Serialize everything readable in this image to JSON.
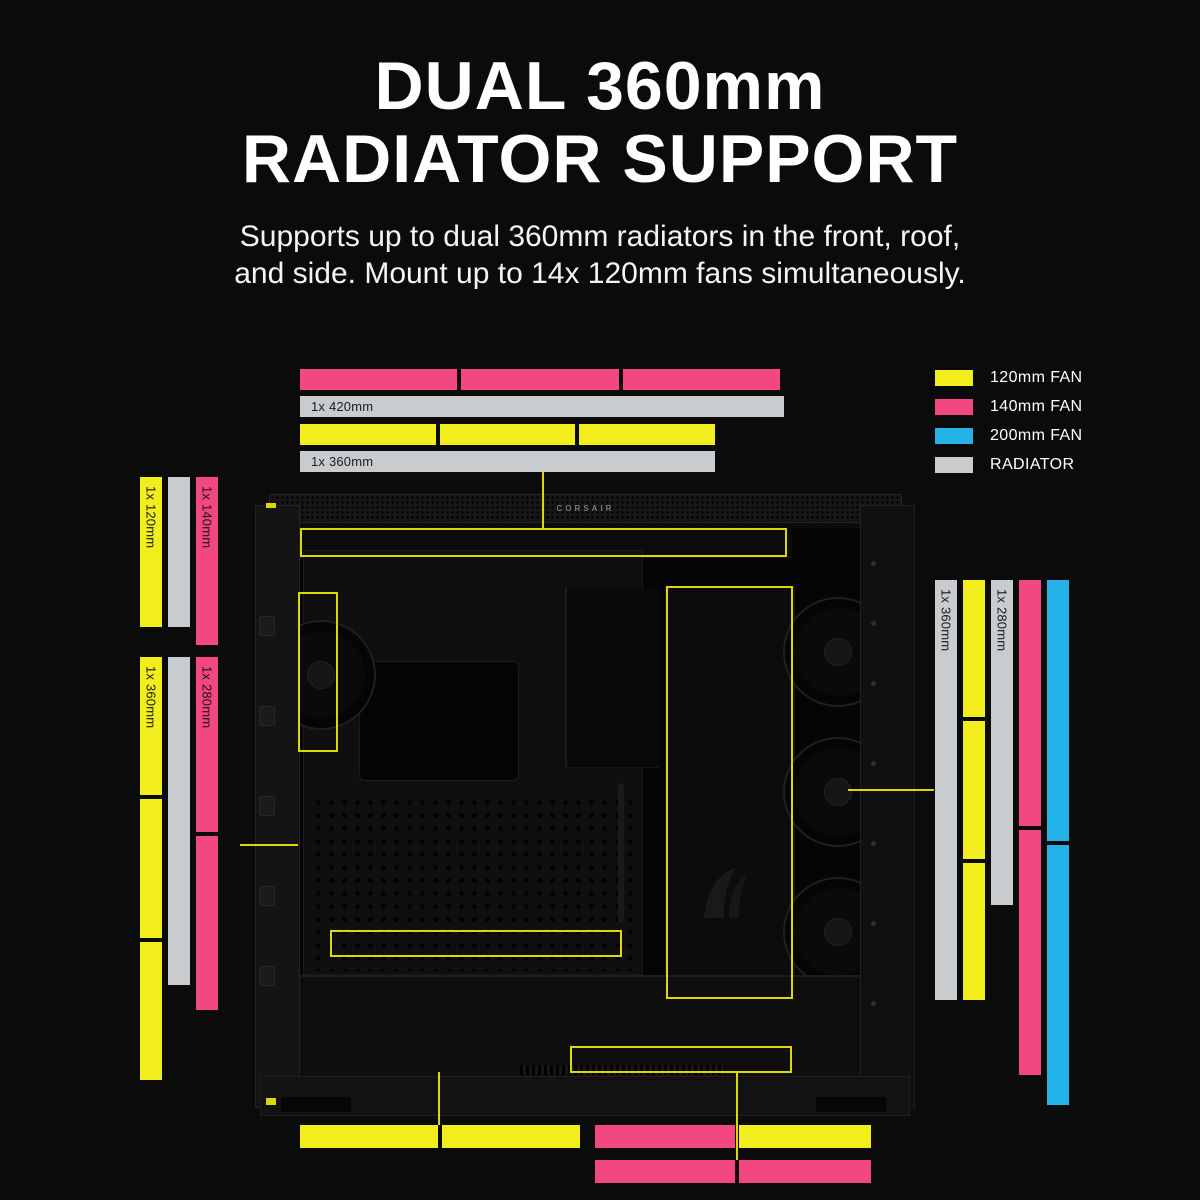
{
  "title": {
    "line1": "DUAL 360mm",
    "line2": "RADIATOR SUPPORT"
  },
  "subtitle": {
    "line1": "Supports up to dual 360mm radiators in the front, roof,",
    "line2": "and side. Mount up to 14x 120mm fans simultaneously."
  },
  "legend": {
    "items": [
      {
        "label": "120mm FAN",
        "color_key": "fan120"
      },
      {
        "label": "140mm FAN",
        "color_key": "fan140"
      },
      {
        "label": "200mm FAN",
        "color_key": "fan200"
      },
      {
        "label": "RADIATOR",
        "color_key": "radiator"
      }
    ]
  },
  "bar_labels": {
    "top_420": "1x 420mm",
    "top_360": "1x 360mm",
    "front_120": "1x 120mm",
    "front_140": "1x 140mm",
    "front_360": "1x 360mm",
    "front_280": "1x 280mm",
    "side_360": "1x 360mm",
    "side_280": "1x 280mm"
  },
  "case": {
    "brand": "CORSAIR"
  },
  "colors": {
    "fan120": "#F2ED1C",
    "fan140": "#F2477F",
    "fan200": "#23B3E8",
    "radiator": "#C9CCCE",
    "highlight": "#DFD800",
    "background": "#0B0B0B",
    "text": "#FFFFFF"
  }
}
